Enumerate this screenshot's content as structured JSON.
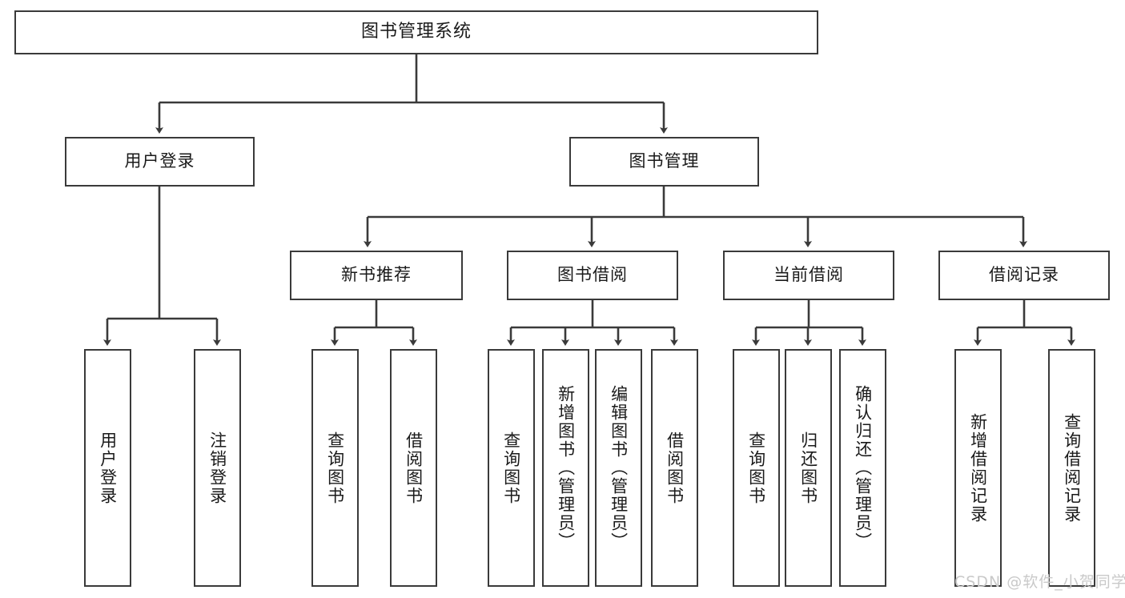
{
  "diagram": {
    "title": "图书管理系统",
    "type": "tree-hierarchy",
    "watermark": "CSDN @软件_小贺同学",
    "colors": {
      "stroke": "#3a3a3a",
      "fill": "#ffffff",
      "text": "#1a1a1a",
      "watermark": "#c9c9c9"
    }
  },
  "nodes": {
    "root": {
      "label": "图书管理系统",
      "level": 0
    },
    "level1": [
      {
        "id": "user-login",
        "label": "用户登录"
      },
      {
        "id": "book-manage",
        "label": "图书管理"
      }
    ],
    "level2": [
      {
        "id": "new-book-rec",
        "label": "新书推荐",
        "parent": "book-manage"
      },
      {
        "id": "book-borrow",
        "label": "图书借阅",
        "parent": "book-manage"
      },
      {
        "id": "current-borrow",
        "label": "当前借阅",
        "parent": "book-manage"
      },
      {
        "id": "borrow-record",
        "label": "借阅记录",
        "parent": "book-manage"
      }
    ],
    "leaves": [
      {
        "id": "leaf-user-login",
        "label": "用户登录",
        "parent": "user-login"
      },
      {
        "id": "leaf-logout",
        "label": "注销登录",
        "parent": "user-login"
      },
      {
        "id": "leaf-query-book-1",
        "label": "查询图书",
        "parent": "new-book-rec"
      },
      {
        "id": "leaf-borrow-book-1",
        "label": "借阅图书",
        "parent": "new-book-rec"
      },
      {
        "id": "leaf-query-book-2",
        "label": "查询图书",
        "parent": "book-borrow"
      },
      {
        "id": "leaf-add-book",
        "label": "新增图书（管理员）",
        "parent": "book-borrow"
      },
      {
        "id": "leaf-edit-book",
        "label": "编辑图书（管理员）",
        "parent": "book-borrow"
      },
      {
        "id": "leaf-borrow-book-2",
        "label": "借阅图书",
        "parent": "book-borrow"
      },
      {
        "id": "leaf-query-book-3",
        "label": "查询图书",
        "parent": "current-borrow"
      },
      {
        "id": "leaf-return-book",
        "label": "归还图书",
        "parent": "current-borrow"
      },
      {
        "id": "leaf-confirm-return",
        "label": "确认归还（管理员）",
        "parent": "current-borrow"
      },
      {
        "id": "leaf-add-record",
        "label": "新增借阅记录",
        "parent": "borrow-record"
      },
      {
        "id": "leaf-query-record",
        "label": "查询借阅记录",
        "parent": "borrow-record"
      }
    ]
  }
}
